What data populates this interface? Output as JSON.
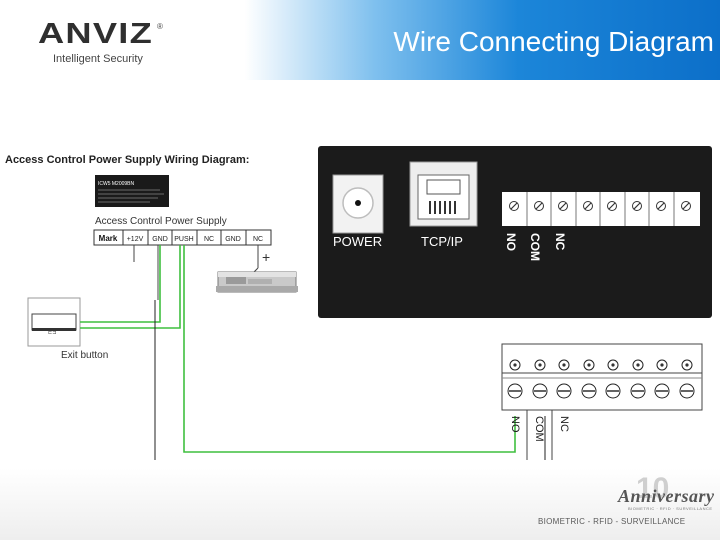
{
  "header": {
    "logo_text": "ANVIZ",
    "logo_reg": "®",
    "tagline": "Intelligent Security",
    "title": "Wire Connecting Diagram"
  },
  "diagram": {
    "heading": "Access Control Power Supply Wiring Diagram:",
    "supply_label": "Access Control Power Supply",
    "supply_model": "ICW5 M2009BN",
    "supply_terminals": [
      "Mark",
      "+12V",
      "GND",
      "PUSH",
      "NC",
      "GND",
      "NC"
    ],
    "plus_sign": "+",
    "exit_button_label": "Exit button",
    "device_ports": {
      "power": "POWER",
      "network": "TCP/IP"
    },
    "relay_labels": [
      "NO",
      "COM",
      "NC"
    ],
    "wire_color": "#3fbf3f"
  },
  "footer": {
    "anniversary_number": "10",
    "anniversary_text": "Anniversary",
    "anniversary_sub": "BIOMETRIC · RFID · SURVEILLANCE",
    "tagline": "BIOMETRIC - RFID - SURVEILLANCE"
  }
}
